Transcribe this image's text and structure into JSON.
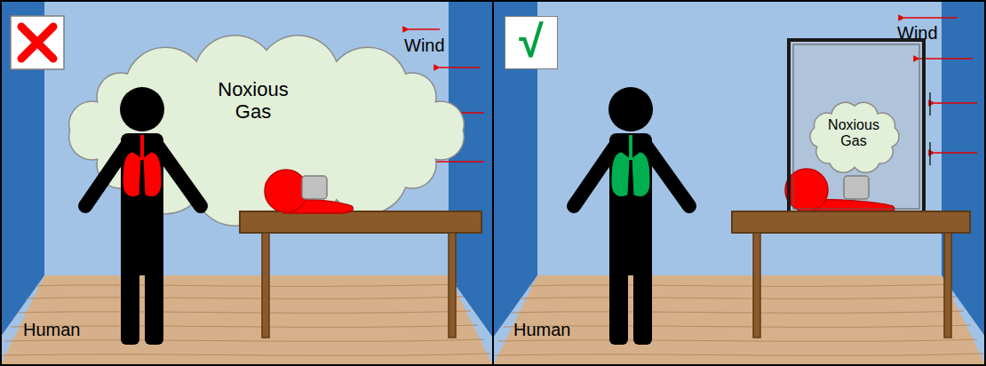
{
  "diagram": {
    "nodes": [
      {
        "text": [
          "Noxious Gas"
        ]
      },
      {
        "text": [
          "√"
        ]
      },
      {
        "text": [
          "Noxious Gas"
        ]
      }
    ],
    "labels": [
      "Wind",
      "Human",
      "Wind",
      "Human"
    ]
  }
}
